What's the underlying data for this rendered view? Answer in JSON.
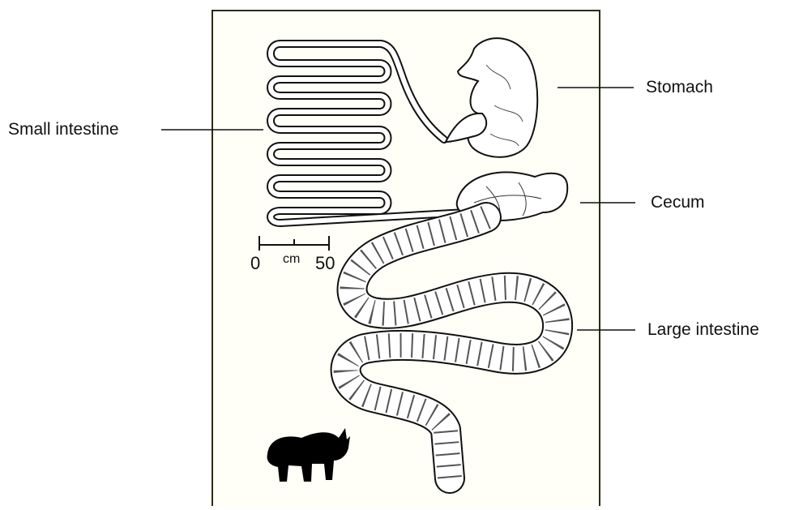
{
  "labels": {
    "small_intestine": "Small intestine",
    "stomach": "Stomach",
    "cecum": "Cecum",
    "large_intestine": "Large intestine"
  },
  "scale": {
    "start": "0",
    "unit": "cm",
    "end": "50"
  },
  "colors": {
    "frame": "#2b2b16",
    "panel": "#fffff7",
    "ink": "#111111",
    "organ_fill": "#ffffff",
    "silhouette": "#000000"
  },
  "icons": {
    "animal": "rhinoceros-silhouette"
  }
}
